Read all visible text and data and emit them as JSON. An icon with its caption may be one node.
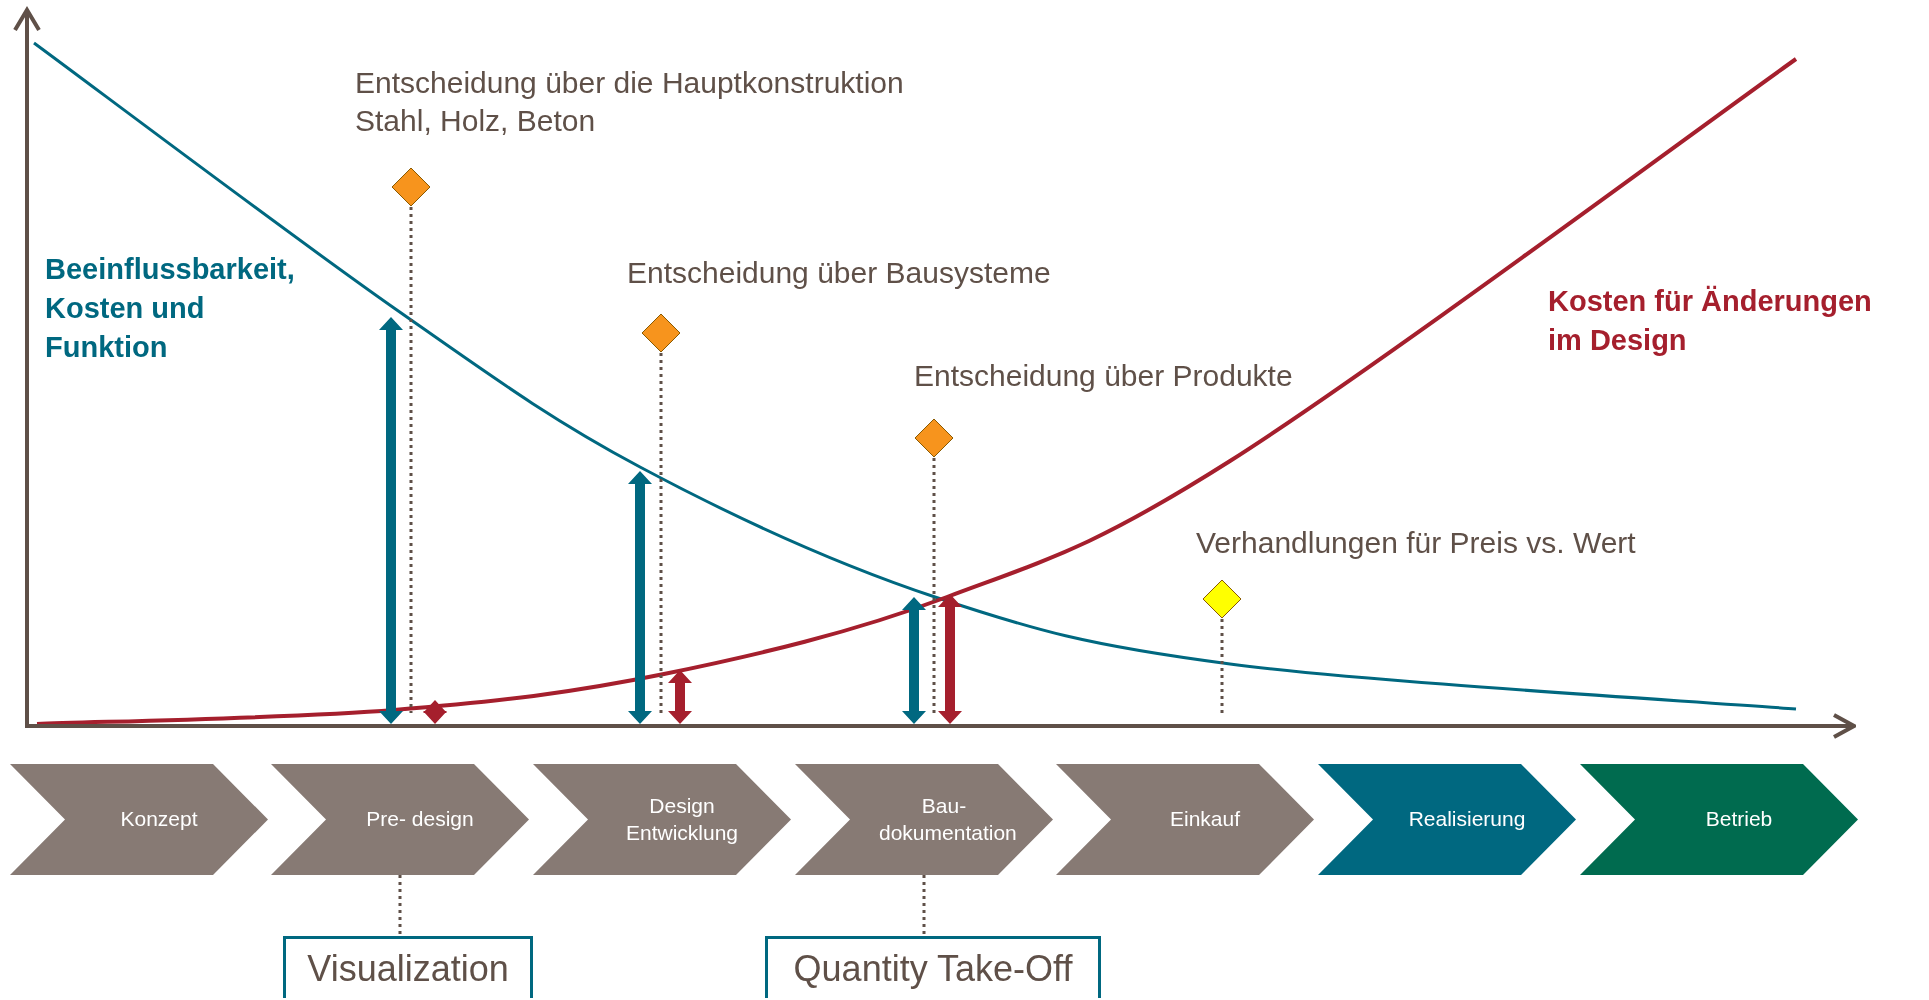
{
  "diagram": {
    "nodes": [
      {
        "text": [],
        "shape": "diamond",
        "beside": [
          "Entscheidung über die Hauptkonstruktion",
          "Stahl, Holz, Beton"
        ]
      },
      {
        "text": [],
        "shape": "diamond",
        "beside": [
          "Entscheidung über Bausysteme"
        ]
      },
      {
        "text": [],
        "shape": "diamond",
        "beside": [
          "Entscheidung über Produkte"
        ]
      },
      {
        "text": [],
        "shape": "diamond",
        "beside": [
          "Verhandlungen für Preis vs. Wert"
        ]
      },
      {
        "text": [
          "Konzept"
        ]
      },
      {
        "text": [
          "Pre- design"
        ]
      },
      {
        "text": [
          "Design Entwicklung"
        ]
      },
      {
        "text": [
          "Bau- dokumentation"
        ]
      },
      {
        "text": [
          "Einkauf"
        ]
      },
      {
        "text": [
          "Realisierung"
        ]
      },
      {
        "text": [
          "Betrieb"
        ]
      },
      {
        "text": [
          "Visualization"
        ]
      },
      {
        "text": [
          "Quantity Take-Off"
        ]
      },
      {
        "text": [],
        "shape": "bar"
      }
    ],
    "edges": [
      {
        "from": 0,
        "to": 13,
        "arrow": "none",
        "style": "dashed"
      },
      {
        "from": 1,
        "to": 13,
        "arrow": "none",
        "style": "dashed"
      },
      {
        "from": 2,
        "to": 13,
        "arrow": "none",
        "style": "dashed"
      },
      {
        "from": 3,
        "to": 13,
        "arrow": "none",
        "style": "dashed"
      },
      {
        "from": 5,
        "to": 11,
        "arrow": "none",
        "style": "dashed"
      },
      {
        "from": 7,
        "to": 12,
        "arrow": "none",
        "style": "dashed"
      }
    ],
    "labels": [
      "Beeinflussbarkeit, Kosten und Funktion",
      "Kosten für Änderungen im Design"
    ]
  }
}
